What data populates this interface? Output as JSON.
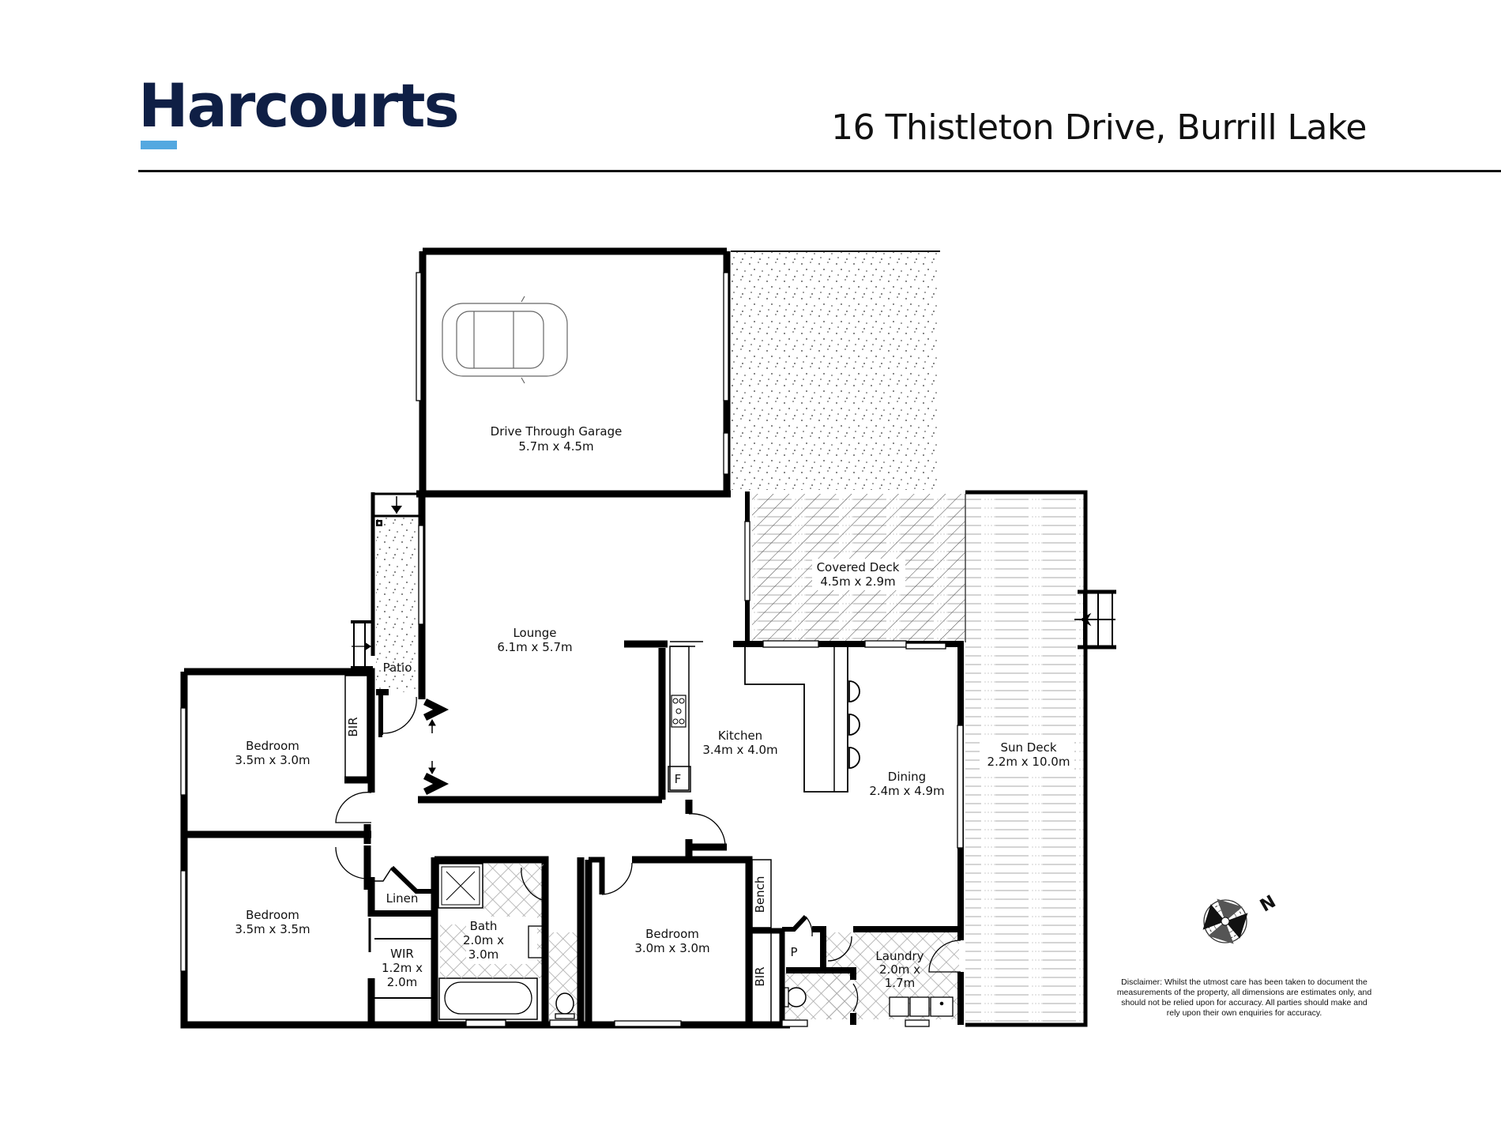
{
  "header": {
    "brand": "Harcourts",
    "brand_colors": {
      "text": "#0f1f45",
      "accent_bar": "#54a8e0"
    },
    "address": "16 Thistleton Drive, Burrill Lake"
  },
  "floorplan": {
    "rooms": [
      {
        "id": "garage",
        "name": "Drive Through Garage",
        "size": "5.7m x 4.5m"
      },
      {
        "id": "covered_deck",
        "name": "Covered Deck",
        "size": "4.5m x 2.9m"
      },
      {
        "id": "lounge",
        "name": "Lounge",
        "size": "6.1m x 5.7m"
      },
      {
        "id": "patio",
        "name": "Patio",
        "size": ""
      },
      {
        "id": "kitchen",
        "name": "Kitchen",
        "size": "3.4m x 4.0m"
      },
      {
        "id": "dining",
        "name": "Dining",
        "size": "2.4m x 4.9m"
      },
      {
        "id": "sun_deck",
        "name": "Sun Deck",
        "size": "2.2m x 10.0m"
      },
      {
        "id": "bedroom1",
        "name": "Bedroom",
        "size": "3.5m x 3.0m"
      },
      {
        "id": "bedroom2",
        "name": "Bedroom",
        "size": "3.5m x 3.5m"
      },
      {
        "id": "bedroom3",
        "name": "Bedroom",
        "size": "3.0m x 3.0m"
      },
      {
        "id": "bath",
        "name": "Bath",
        "size_line1": "2.0m x",
        "size_line2": "3.0m"
      },
      {
        "id": "wir",
        "name": "WIR",
        "size_line1": "1.2m x",
        "size_line2": "2.0m"
      },
      {
        "id": "laundry",
        "name": "Laundry",
        "size_line1": "2.0m x",
        "size_line2": "1.7m"
      }
    ],
    "fixtures": {
      "bir": "BIR",
      "linen": "Linen",
      "bench": "Bench",
      "pantry": "P",
      "fridge": "F"
    },
    "compass": {
      "label": "N"
    }
  },
  "disclaimer": "Disclaimer: Whilst the utmost care has been taken to document the measurements of the property, all dimensions are estimates only, and should not be relied upon for accuracy.  All parties should make and rely upon their own enquiries for accuracy."
}
